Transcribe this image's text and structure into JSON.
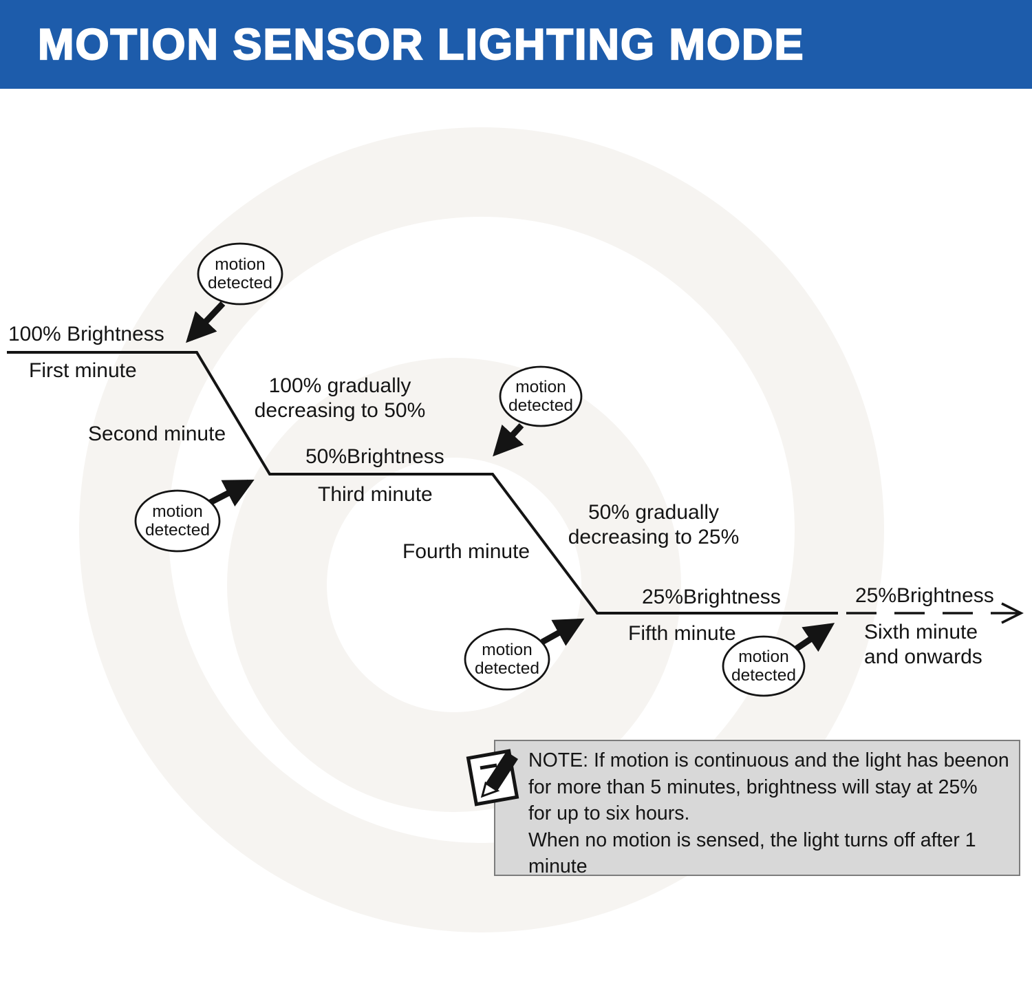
{
  "header": {
    "title": "MOTION SENSOR LIGHTING MODE"
  },
  "colors": {
    "header_bg": "#1d5cab",
    "ink": "#141414",
    "note_bg": "#d8d8d8",
    "note_border": "#7c7c7c",
    "watermark": "#f6f4f1"
  },
  "diagram": {
    "stage1": {
      "brightness": "100% Brightness",
      "minute": "First minute"
    },
    "transition1": {
      "label": "100% gradually\ndecreasing to 50%",
      "minute": "Second minute"
    },
    "stage2": {
      "brightness": "50%Brightness",
      "minute": "Third minute"
    },
    "transition2": {
      "label": "50% gradually\ndecreasing to 25%",
      "minute": "Fourth minute"
    },
    "stage3": {
      "brightness": "25%Brightness",
      "minute": "Fifth minute"
    },
    "stage4": {
      "brightness": "25%Brightness",
      "minute": "Sixth minute\nand onwards"
    },
    "motion_badges": [
      {
        "label": "motion\ndetected"
      },
      {
        "label": "motion\ndetected"
      },
      {
        "label": "motion\ndetected"
      },
      {
        "label": "motion\ndetected"
      },
      {
        "label": "motion\ndetected"
      }
    ]
  },
  "note": {
    "lines": [
      "NOTE: If motion is continuous and the light has beenon",
      "for more than 5 minutes, brightness will stay at 25%",
      "for up to six hours.",
      "When no motion is sensed, the light turns off after 1",
      "minute"
    ]
  }
}
